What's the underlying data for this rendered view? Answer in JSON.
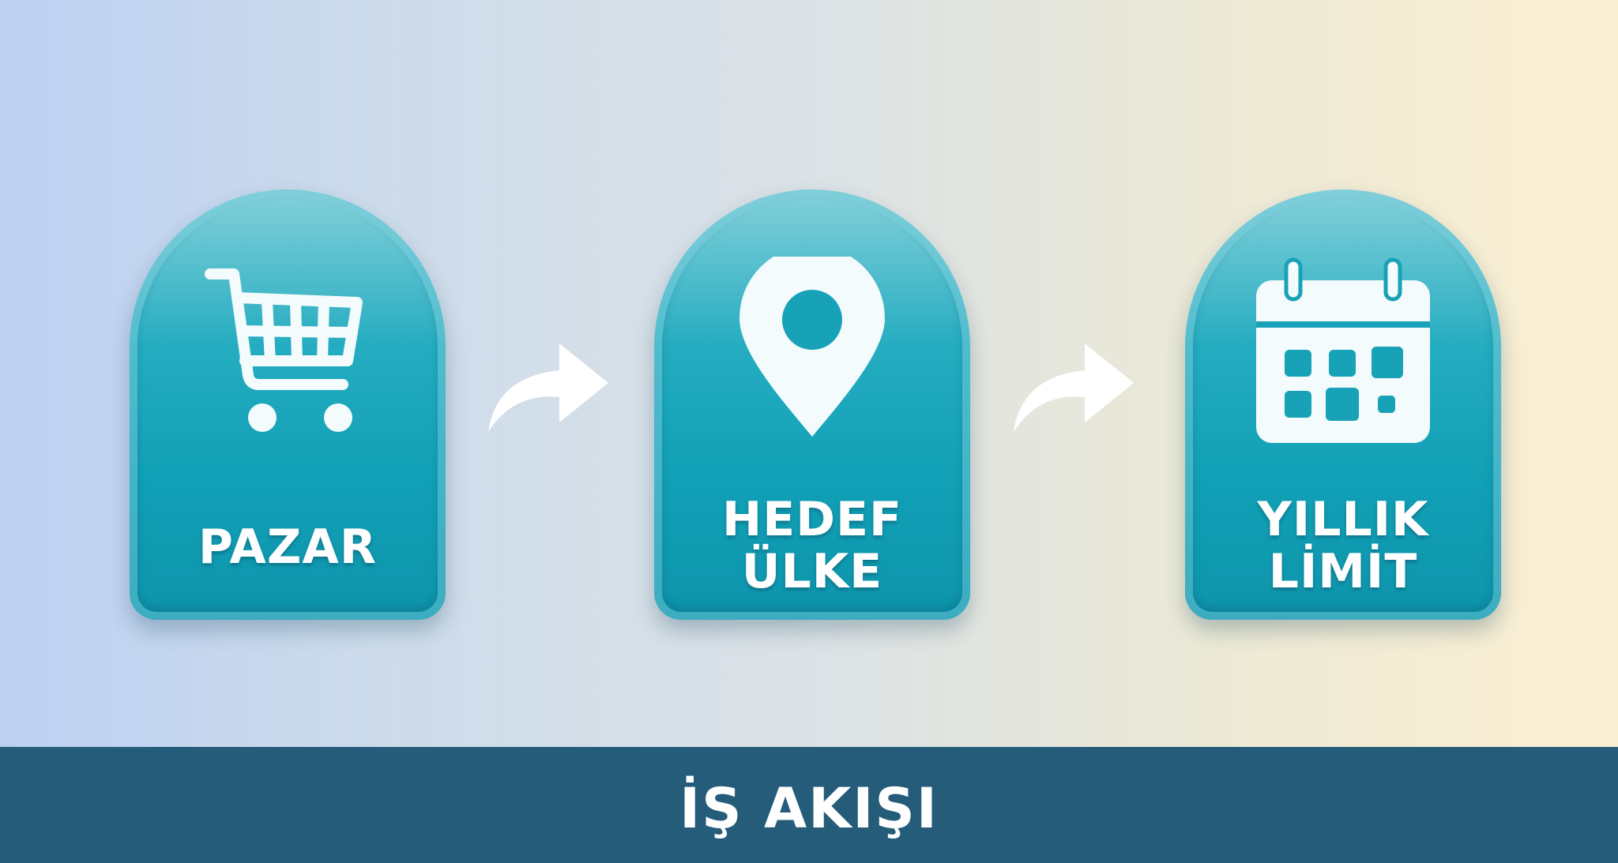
{
  "steps": [
    {
      "label_lines": [
        "PAZAR"
      ],
      "icon": "shopping-cart-icon"
    },
    {
      "label_lines": [
        "HEDEF",
        "ÜLKE"
      ],
      "icon": "location-pin-icon"
    },
    {
      "label_lines": [
        "YILLIK",
        "LİMİT"
      ],
      "icon": "calendar-icon"
    }
  ],
  "connectors": [
    "arrow-right-icon",
    "arrow-right-icon"
  ],
  "footer": {
    "title": "İŞ AKIŞI"
  },
  "colors": {
    "card": "#16a0b6",
    "card_highlight": "#86d0da",
    "footer_bar": "#245c79",
    "icon": "#f3fbfc",
    "text": "#ffffff"
  }
}
